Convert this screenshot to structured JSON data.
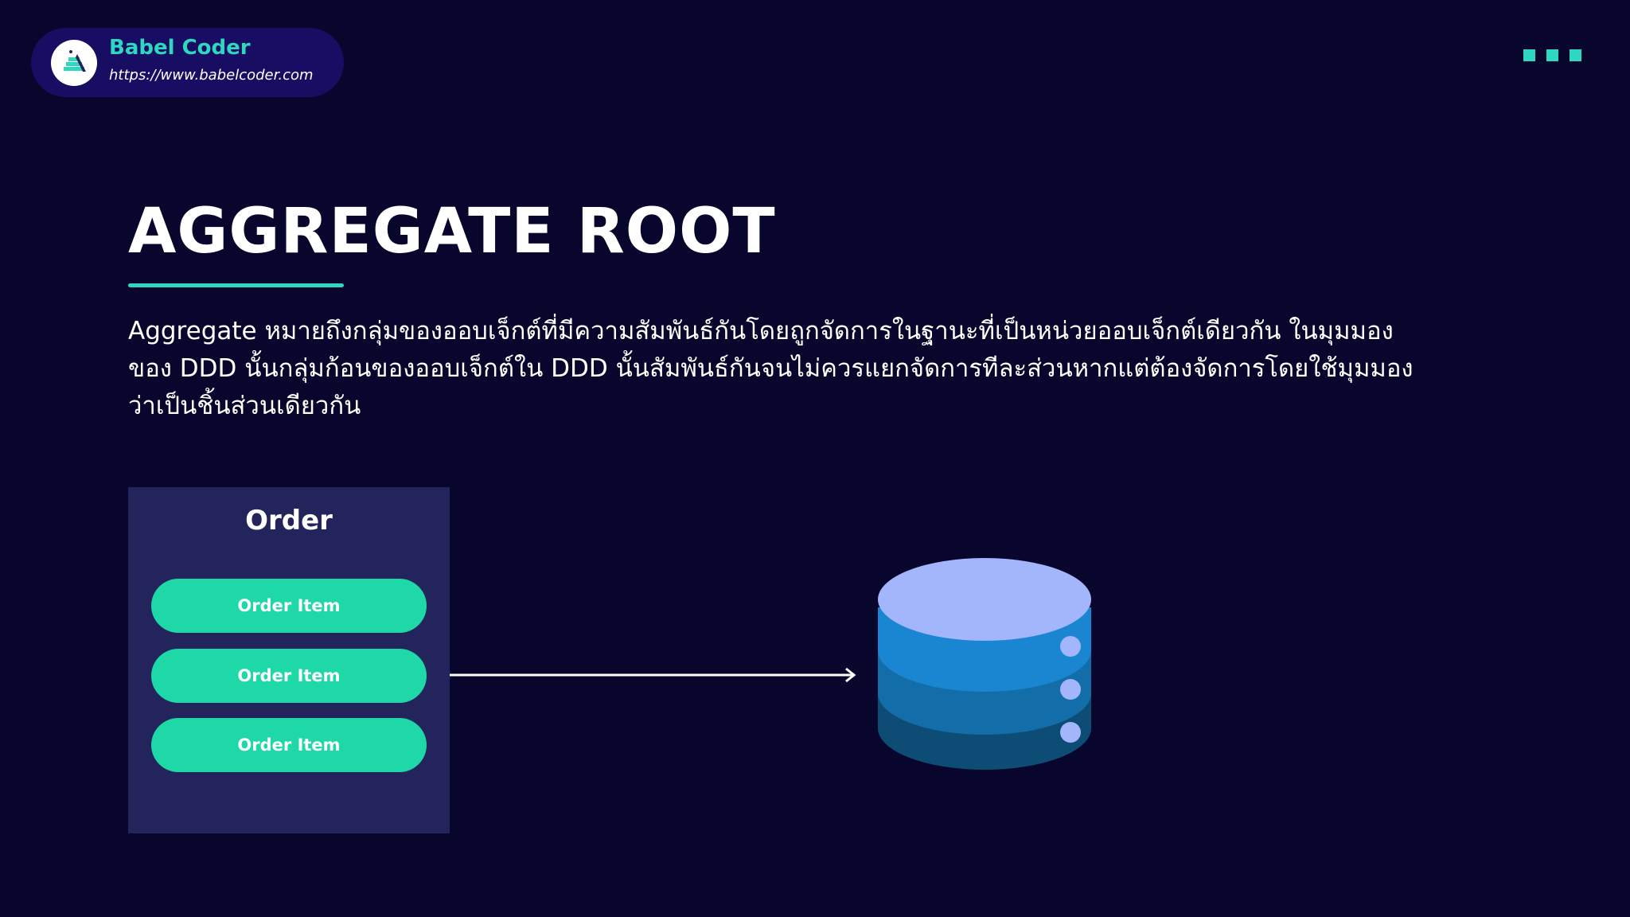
{
  "brand": {
    "name": "Babel Coder",
    "url": "https://www.babelcoder.com"
  },
  "slide": {
    "title": "AGGREGATE ROOT",
    "description": "Aggregate หมายถึงกลุ่มของออบเจ็กต์ที่มีความสัมพันธ์กันโดยถูกจัดการในฐานะที่เป็นหน่วยออบเจ็กต์เดียวกัน ในมุมมองของ DDD นั้นกลุ่มก้อนของออบเจ็กต์ใน DDD นั้นสัมพันธ์กันจนไม่ควรแยกจัดการทีละส่วนหากแต่ต้องจัดการโดยใช้มุมมองว่าเป็นชิ้นส่วนเดียวกัน"
  },
  "diagram": {
    "aggregate": {
      "title": "Order",
      "items": [
        "Order Item",
        "Order Item",
        "Order Item"
      ]
    }
  },
  "colors": {
    "background": "#08062c",
    "accent": "#2fd7c0",
    "brand_pill": "#170d63",
    "aggregate_box": "#23245c",
    "item_pill": "#1ed8a8",
    "db_top": "#a3b5fb",
    "db_layer_1": "#1a86d2",
    "db_layer_2": "#126da8",
    "db_layer_3": "#0d4d75"
  },
  "icons": {
    "logo": "babel-coder-logo",
    "menu": "three-dots-menu-icon",
    "database": "database-icon",
    "arrow": "arrow-right-icon"
  }
}
